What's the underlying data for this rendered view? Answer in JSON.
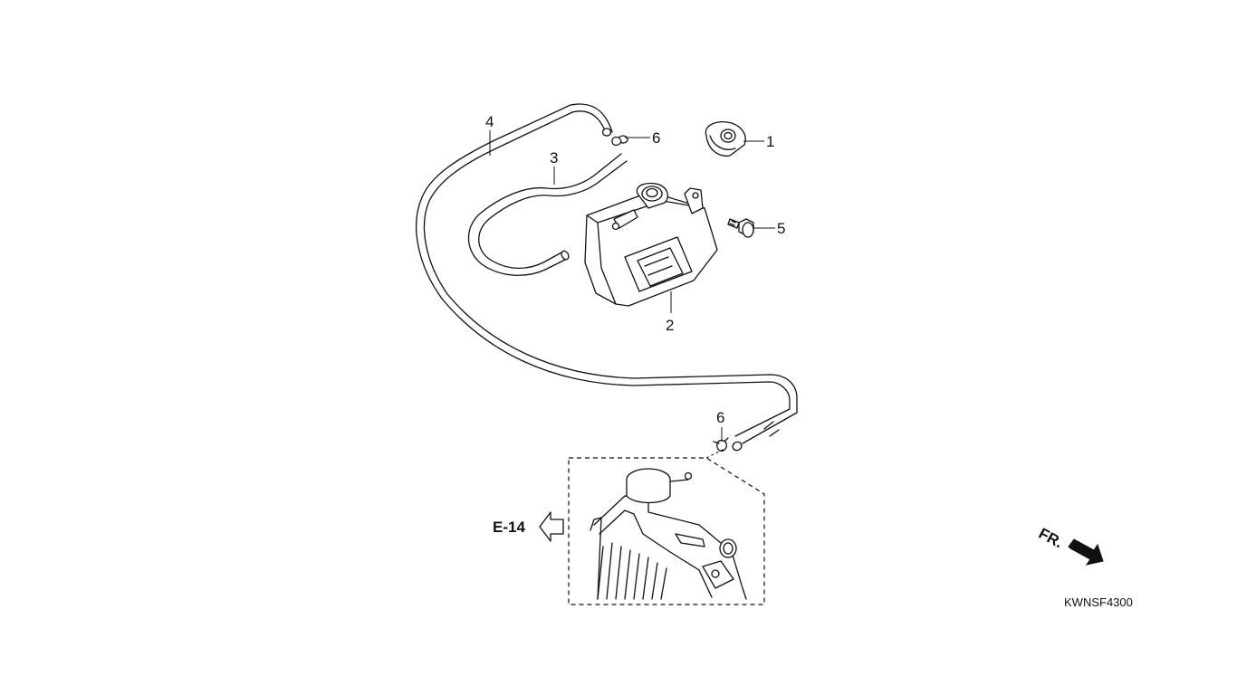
{
  "diagram": {
    "callouts": {
      "c1": "1",
      "c2": "2",
      "c3": "3",
      "c4": "4",
      "c5": "5",
      "c6a": "6",
      "c6b": "6"
    },
    "reference_label": "E-14",
    "front_label": "FR.",
    "diagram_code": "KWNSF4300"
  }
}
